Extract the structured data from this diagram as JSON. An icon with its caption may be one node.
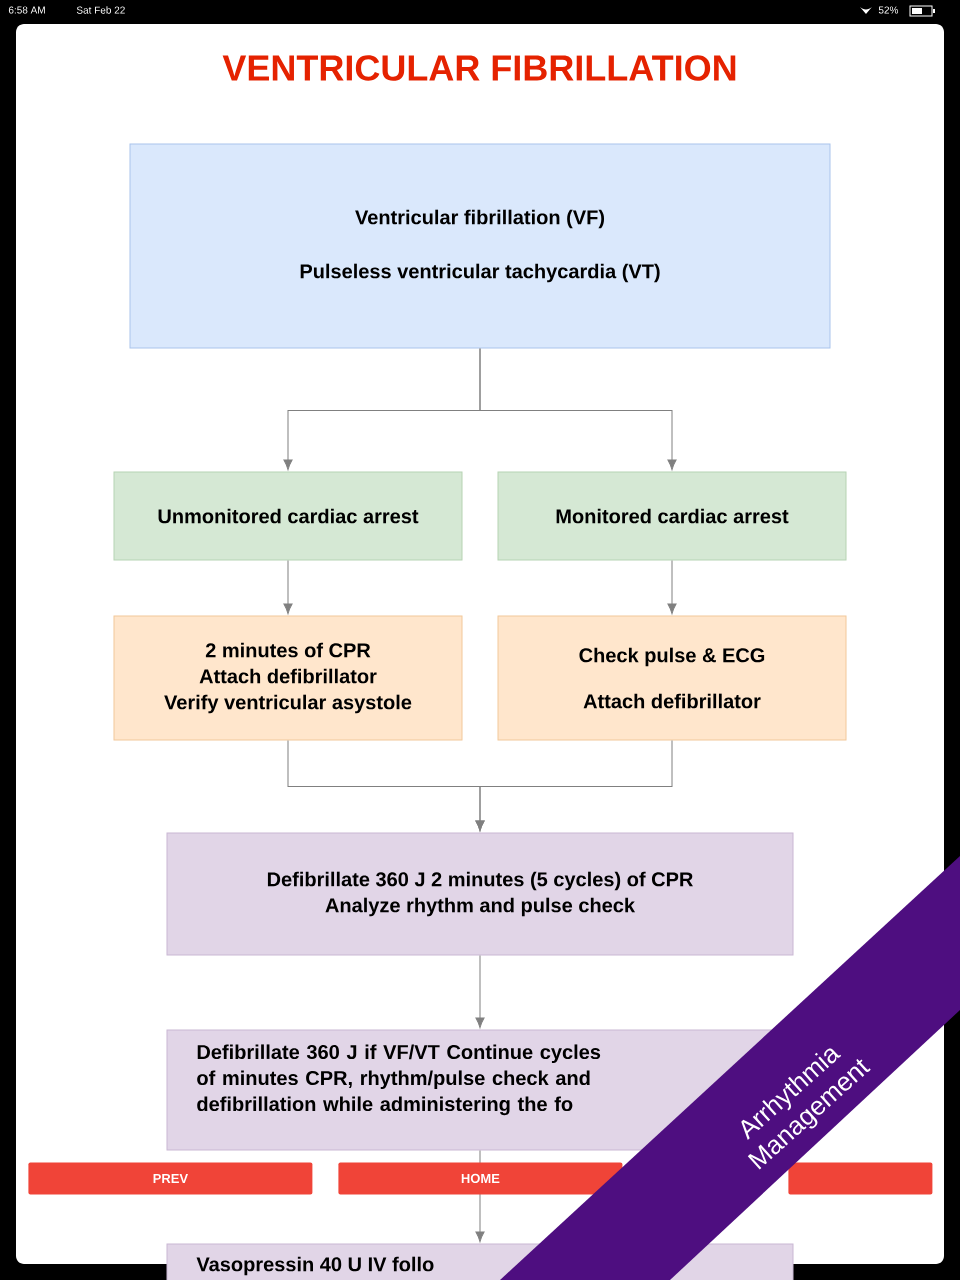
{
  "diagram": {
    "title": "VENTRICULAR FIBRILLATION",
    "nodes": [
      {
        "text": [
          "Ventricular fibrillation (VF)",
          "Pulseless ventricular tachycardia (VT)"
        ]
      },
      {
        "text": [
          "Unmonitored cardiac arrest"
        ]
      },
      {
        "text": [
          "Monitored cardiac arrest"
        ]
      },
      {
        "text": [
          "2 minutes of CPR",
          "Attach defibrillator",
          "Verify ventricular asystole"
        ]
      },
      {
        "text": [
          "Check pulse & ECG",
          "Attach defibrillator"
        ]
      },
      {
        "text": [
          "Defibrillate 360 J 2 minutes (5 cycles) of CPR",
          "Analyze rhythm and pulse check"
        ]
      },
      {
        "text": [
          "Defibrillate 360 J if VF/VT Continue cycles of minutes CPR, rhythm/pulse check and defibrillation while administering the fo"
        ]
      },
      {
        "text": [
          "Vasopressin 40 U IV follo"
        ]
      }
    ],
    "edges": [
      {
        "from": 0,
        "to": 1,
        "arrow": "to"
      },
      {
        "from": 0,
        "to": 2,
        "arrow": "to"
      },
      {
        "from": 1,
        "to": 3,
        "arrow": "to"
      },
      {
        "from": 2,
        "to": 4,
        "arrow": "to"
      },
      {
        "from": 3,
        "to": 5,
        "arrow": "to"
      },
      {
        "from": 4,
        "to": 5,
        "arrow": "to"
      },
      {
        "from": 5,
        "to": 6,
        "arrow": "to"
      },
      {
        "from": 6,
        "to": 7,
        "arrow": "to"
      }
    ],
    "labels": [
      "6:58 AM",
      "Sat Feb 22",
      "52%",
      "PREV",
      "HOME",
      "Arrhythmia Management"
    ]
  }
}
